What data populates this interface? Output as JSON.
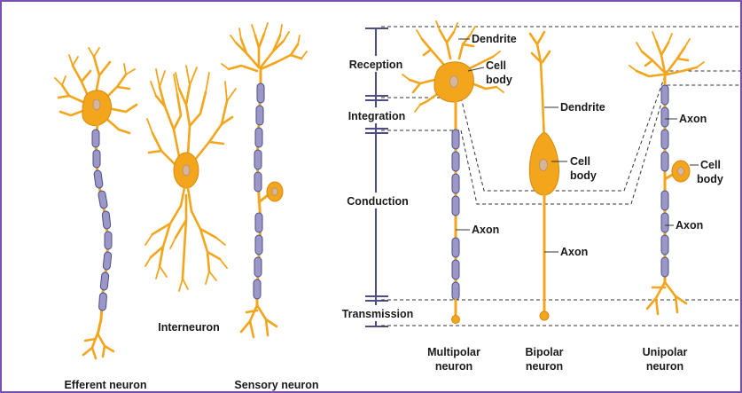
{
  "left_panel": {
    "labels": {
      "efferent": "Efferent neuron",
      "interneuron": "Interneuron",
      "sensory": "Sensory neuron"
    }
  },
  "right_panel": {
    "stages": {
      "reception": "Reception",
      "integration": "Integration",
      "conduction": "Conduction",
      "transmission": "Transmission"
    },
    "parts": {
      "dendrite": "Dendrite",
      "cell": "Cell",
      "body": "body",
      "axon": "Axon"
    },
    "neuron_types": {
      "multipolar_1": "Multipolar",
      "multipolar_2": "neuron",
      "bipolar_1": "Bipolar",
      "bipolar_2": "neuron",
      "unipolar_1": "Unipolar",
      "unipolar_2": "neuron"
    }
  },
  "colors": {
    "border": "#7a4fb2",
    "neuron": "#f3a51c",
    "myelin": "#9b97c9",
    "scale": "#4e4e84"
  }
}
